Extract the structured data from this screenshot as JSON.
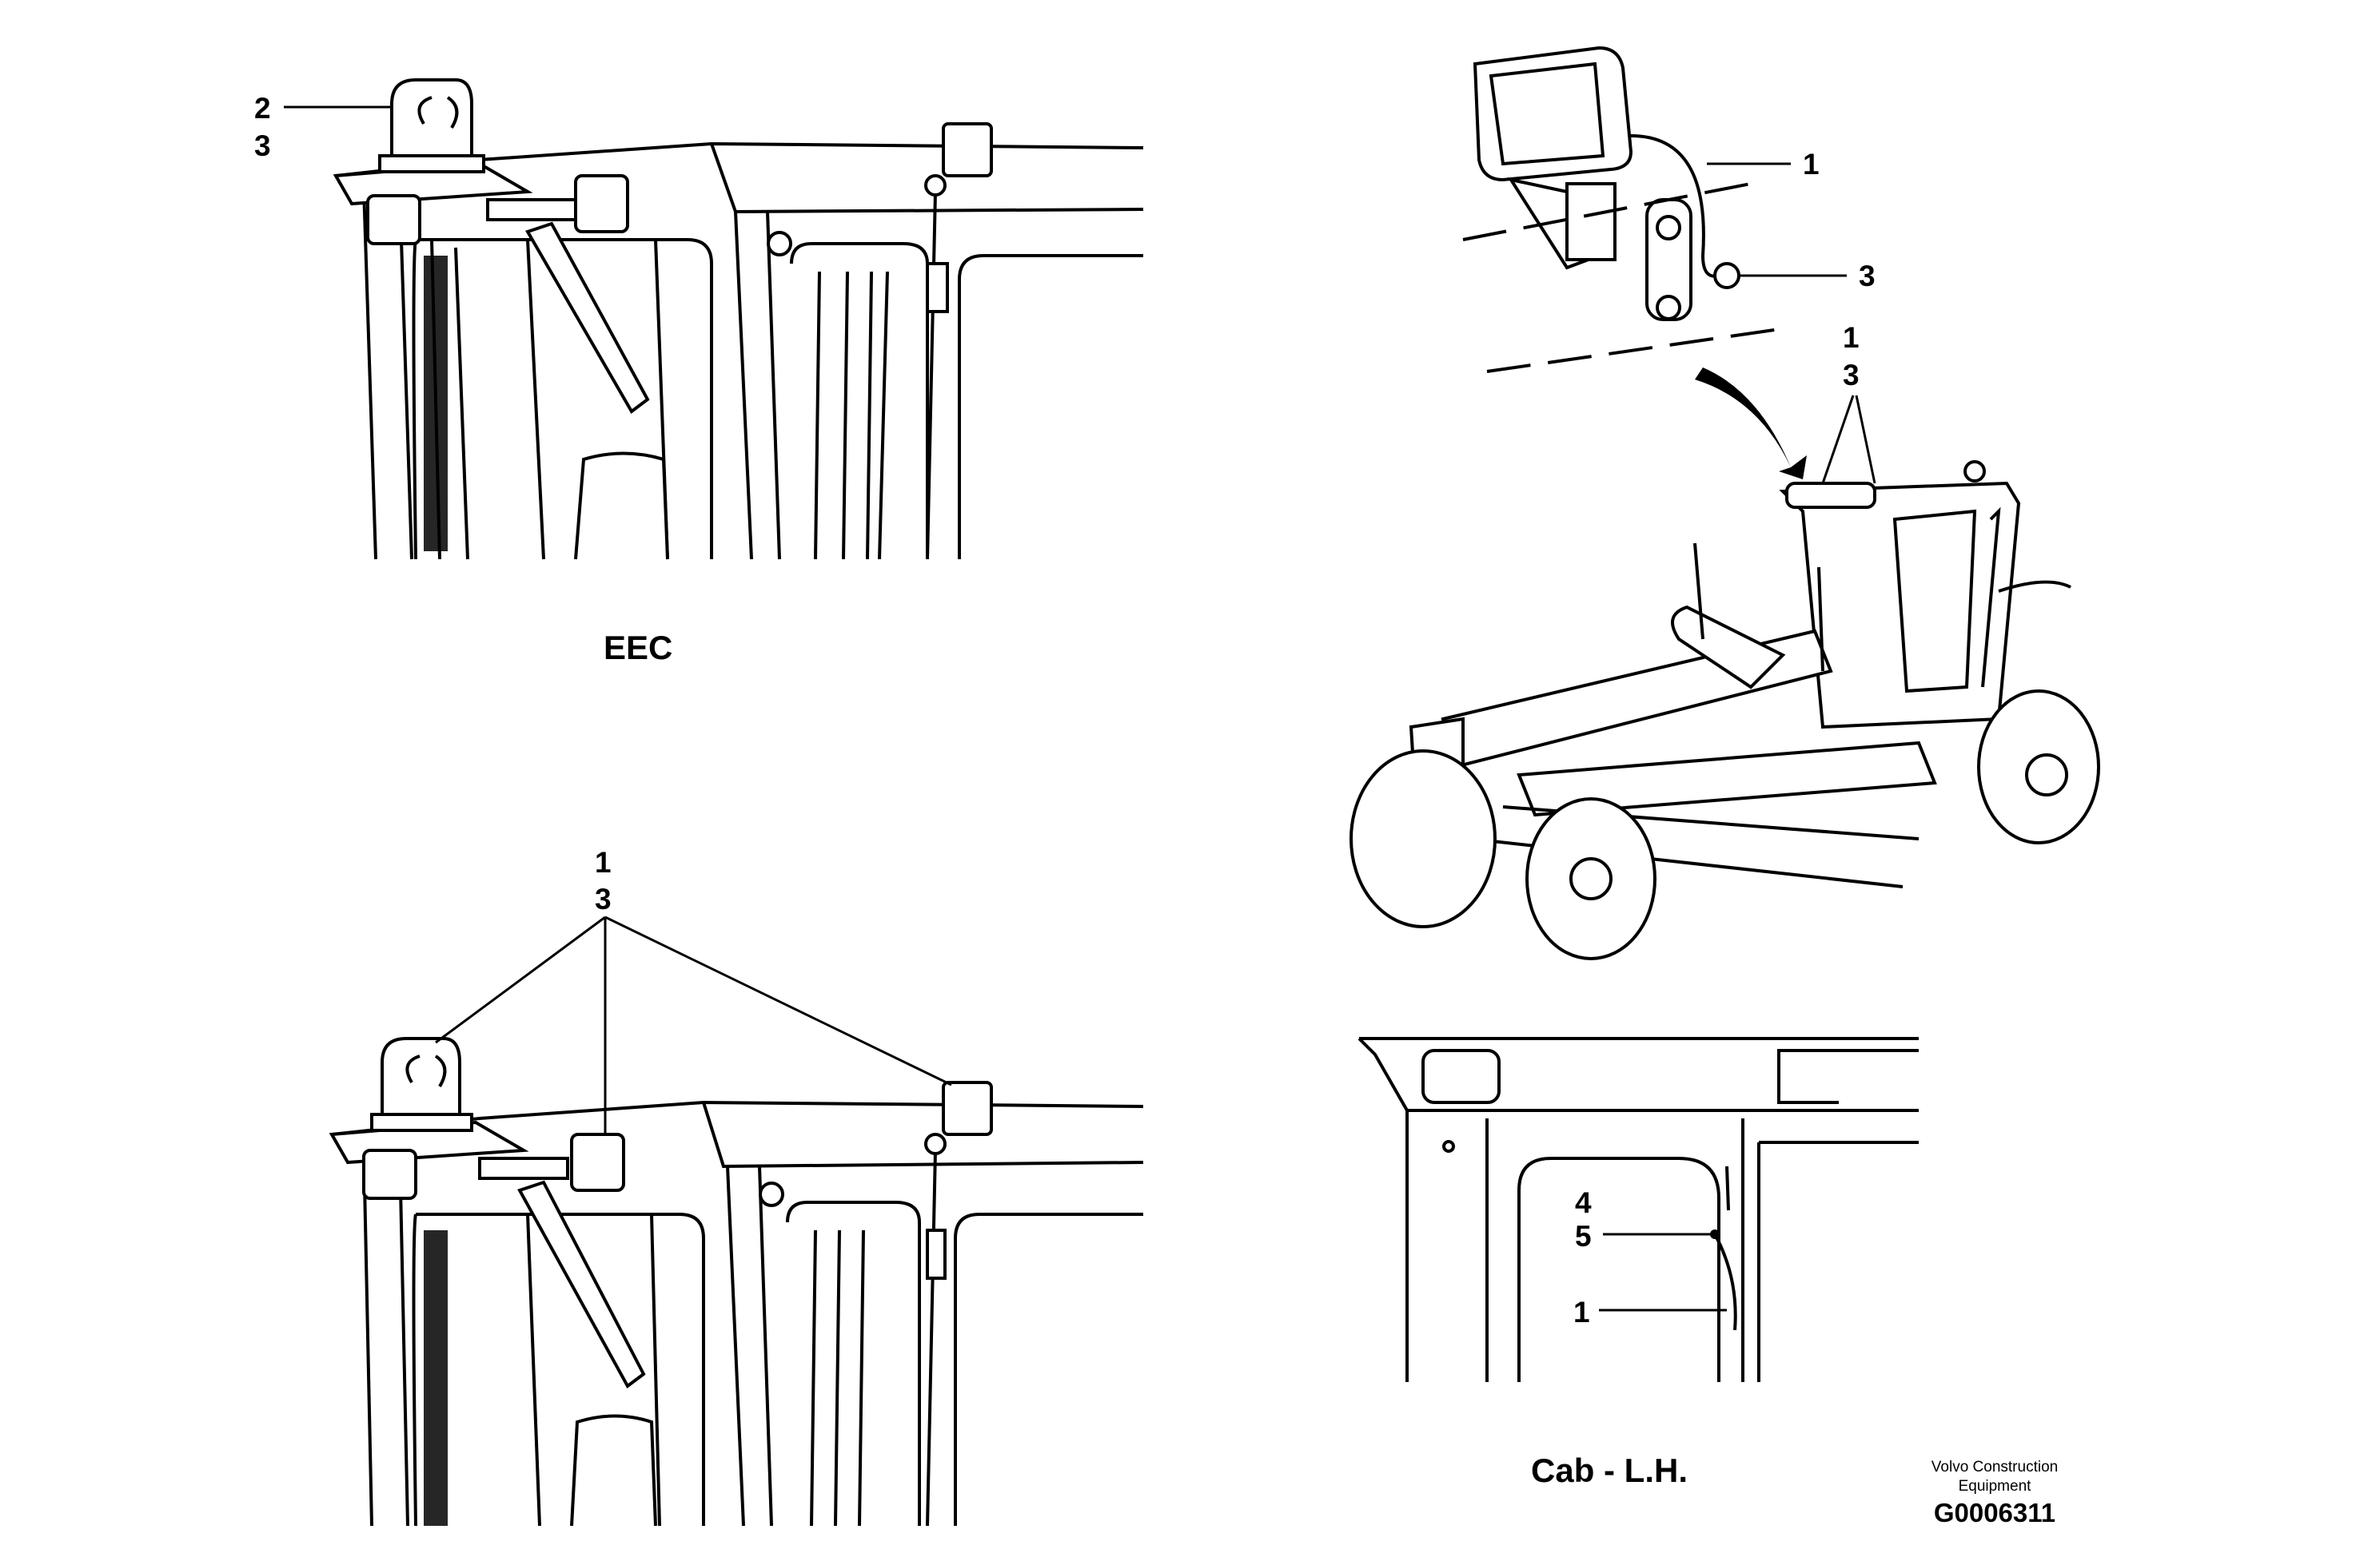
{
  "labels": {
    "topleft_a": "2",
    "topleft_b": "3",
    "eec": "EEC",
    "detail_a": "1",
    "detail_b": "3",
    "grader_a": "1",
    "grader_b": "3",
    "bottomleft_a": "1",
    "bottomleft_b": "3",
    "cablh_a": "4",
    "cablh_b": "5",
    "cablh_c": "1",
    "cab_lh": "Cab - L.H."
  },
  "footer": {
    "brand_line1": "Volvo Construction",
    "brand_line2": "Equipment",
    "drawing_code": "G0006311"
  }
}
